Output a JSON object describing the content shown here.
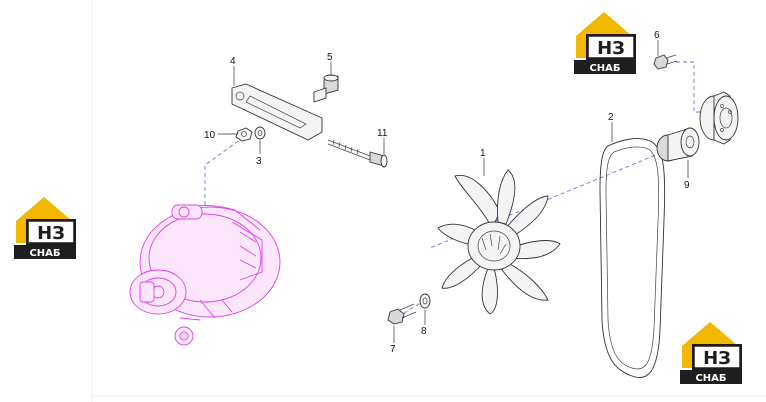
{
  "logo": {
    "mark_text": "НЗ",
    "word_text": "СНАБ",
    "colors": {
      "gold": "#f2b800",
      "dark": "#1e1e1e",
      "light": "#ffffff"
    }
  },
  "callouts": [
    {
      "id": "1",
      "label": "1"
    },
    {
      "id": "2",
      "label": "2"
    },
    {
      "id": "3",
      "label": "3"
    },
    {
      "id": "4",
      "label": "4"
    },
    {
      "id": "5",
      "label": "5"
    },
    {
      "id": "6",
      "label": "6"
    },
    {
      "id": "7",
      "label": "7"
    },
    {
      "id": "8",
      "label": "8"
    },
    {
      "id": "9",
      "label": "9"
    },
    {
      "id": "10",
      "label": "10"
    },
    {
      "id": "11",
      "label": "11"
    }
  ],
  "colors": {
    "alternator_line": "#e040e8",
    "centerline": "#6a78d8",
    "part_line": "#333333"
  }
}
